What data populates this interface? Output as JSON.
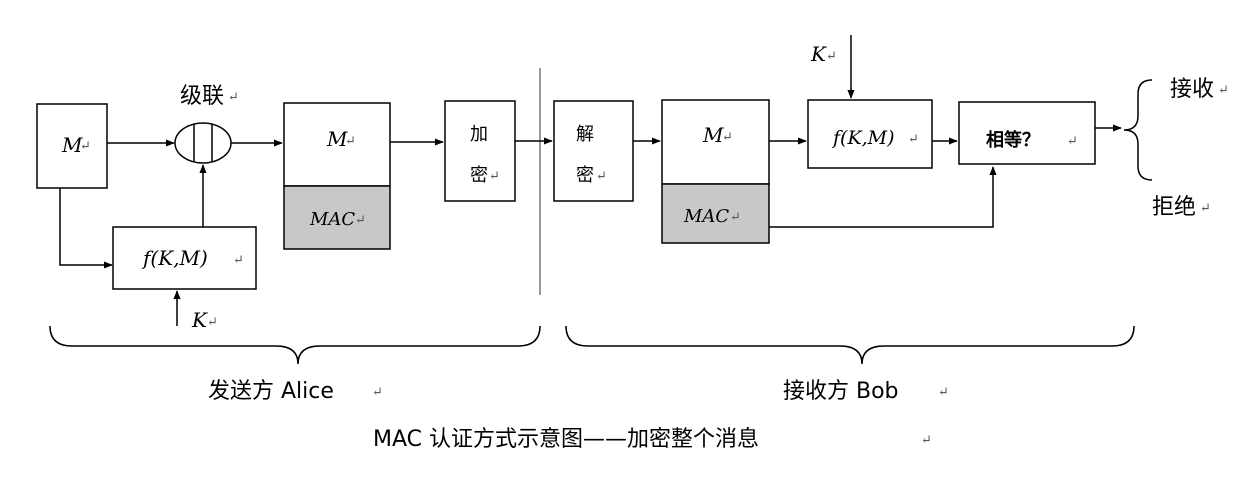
{
  "sender": {
    "m_box": "M",
    "concat_label": "级联",
    "mac_func": "f(K,M)",
    "key": "K",
    "packet_m": "M",
    "packet_mac": "MAC",
    "encrypt": [
      "加",
      "密"
    ],
    "label": "发送方 Alice"
  },
  "receiver": {
    "decrypt": [
      "解",
      "密"
    ],
    "packet_m": "M",
    "packet_mac": "MAC",
    "key": "K",
    "mac_func": "f(K,M)",
    "compare": "相等？",
    "accept": "接收",
    "reject": "拒绝",
    "label": "接收方 Bob"
  },
  "caption": "MAC 认证方式示意图——加密整个消息",
  "colors": {
    "mac_fill": "#c8c8c8",
    "stroke": "#000000",
    "separator": "#999999"
  }
}
